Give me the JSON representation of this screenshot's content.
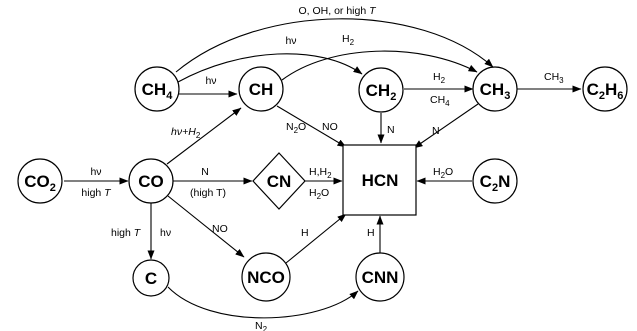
{
  "nodes": {
    "ch4": {
      "main": "CH",
      "sub": "4"
    },
    "ch": {
      "main": "CH",
      "sub": ""
    },
    "ch2": {
      "main": "CH",
      "sub": "2"
    },
    "ch3": {
      "main": "CH",
      "sub": "3"
    },
    "c2h6": {
      "main": "C",
      "sub": "2",
      "main2": "H",
      "sub2": "6"
    },
    "co2": {
      "main": "CO",
      "sub": "2"
    },
    "co": {
      "main": "CO",
      "sub": ""
    },
    "cn": {
      "main": "CN",
      "sub": ""
    },
    "hcn": {
      "main": "HCN",
      "sub": ""
    },
    "c2n": {
      "main": "C",
      "sub": "2",
      "main2": "N",
      "sub2": ""
    },
    "c": {
      "main": "C",
      "sub": ""
    },
    "nco": {
      "main": "NCO",
      "sub": ""
    },
    "cnn": {
      "main": "CNN",
      "sub": ""
    }
  },
  "labels": {
    "top_arc": {
      "a": "O, OH, or high ",
      "b": "T"
    },
    "hv_top": "hν",
    "h2_top": "H",
    "h2_top_sub": "2",
    "hv_ch4_ch": "hν",
    "h2_ch2_ch3": "H",
    "h2_ch2_ch3_sub": "2",
    "ch4_ch2_ch3": "CH",
    "ch4_ch2_ch3_sub": "4",
    "ch3_c2h6": "CH",
    "ch3_c2h6_sub": "3",
    "hv_h2_co_ch": "hν+H",
    "hv_h2_co_ch_sub": "2",
    "n2o": "N",
    "n2o_sub": "2",
    "n2o_o": "O",
    "no_ch": "NO",
    "n_ch2": "N",
    "n_ch3": "N",
    "hv_co2": "hν",
    "high_t_co2": {
      "a": "high ",
      "b": "T"
    },
    "n_co_cn": "N",
    "high_t_paren": "(high T)",
    "h_h2": "H,H",
    "h_h2_sub": "2",
    "h2o_cn": "H",
    "h2o_cn_sub": "2",
    "h2o_cn_o": "O",
    "h2o_c2n": "H",
    "h2o_c2n_sub": "2",
    "h2o_c2n_o": "O",
    "high_t_co_c": {
      "a": "high ",
      "b": "T"
    },
    "hv_co_c": "hν",
    "no_co_nco": "NO",
    "h_nco": "H",
    "h_cnn": "H",
    "n2_bottom": "N",
    "n2_bottom_sub": "2"
  }
}
